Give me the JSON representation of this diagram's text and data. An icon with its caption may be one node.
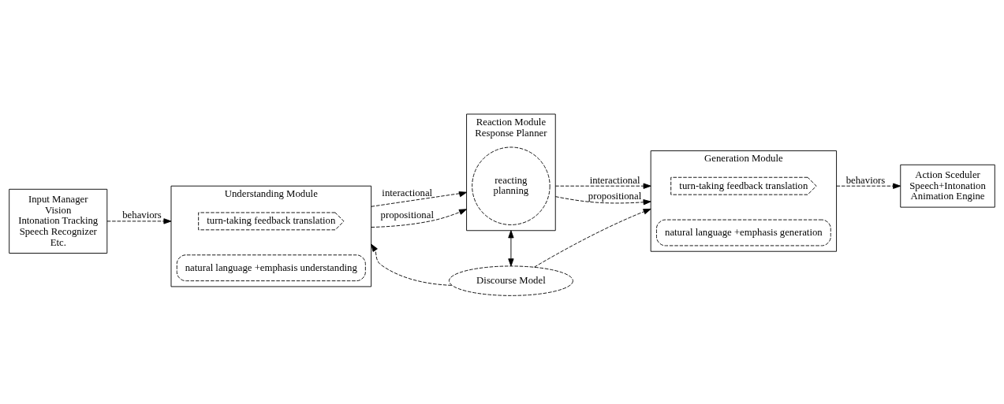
{
  "diagram": {
    "nodes": [
      {
        "text": [
          "Input Manager",
          "Vision",
          "Intonation Tracking",
          "Speech Recognizer",
          "Etc."
        ]
      },
      {
        "text": [
          "Understanding Module"
        ]
      },
      {
        "text": [
          "turn-taking feedback translation"
        ],
        "in": 1
      },
      {
        "text": [
          "natural language +emphasis understanding"
        ],
        "in": 1
      },
      {
        "text": [
          "Reaction Module",
          "Response Planner"
        ]
      },
      {
        "text": [
          "reacting",
          "planning"
        ],
        "in": 4
      },
      {
        "text": [
          "Generation Module"
        ]
      },
      {
        "text": [
          "turn-taking feedback translation"
        ],
        "in": 6
      },
      {
        "text": [
          "natural language +emphasis generation"
        ],
        "in": 6
      },
      {
        "text": [
          "Action Sceduler",
          "Speech+Intonation",
          "Animation Engine"
        ]
      },
      {
        "text": [
          "Discourse Model"
        ]
      }
    ],
    "edges": [
      {
        "from": 0,
        "to": 1,
        "arrow": "to",
        "label": "behaviors",
        "style": "dashed"
      },
      {
        "from": 1,
        "to": 4,
        "arrow": "to",
        "label": "interactional",
        "style": "dashed"
      },
      {
        "from": 1,
        "to": 4,
        "arrow": "to",
        "label": "propositional",
        "style": "dashed"
      },
      {
        "from": 4,
        "to": 6,
        "arrow": "to",
        "label": "interactional",
        "style": "dashed"
      },
      {
        "from": 4,
        "to": 6,
        "arrow": "to",
        "label": "propositional",
        "style": "dashed"
      },
      {
        "from": 6,
        "to": 9,
        "arrow": "to",
        "label": "behaviors",
        "style": "dashed"
      },
      {
        "from": 10,
        "to": 1,
        "arrow": "to",
        "style": "dashed"
      },
      {
        "from": 10,
        "to": 4,
        "arrow": "both"
      },
      {
        "from": 10,
        "to": 6,
        "arrow": "to",
        "style": "dashed"
      }
    ]
  }
}
